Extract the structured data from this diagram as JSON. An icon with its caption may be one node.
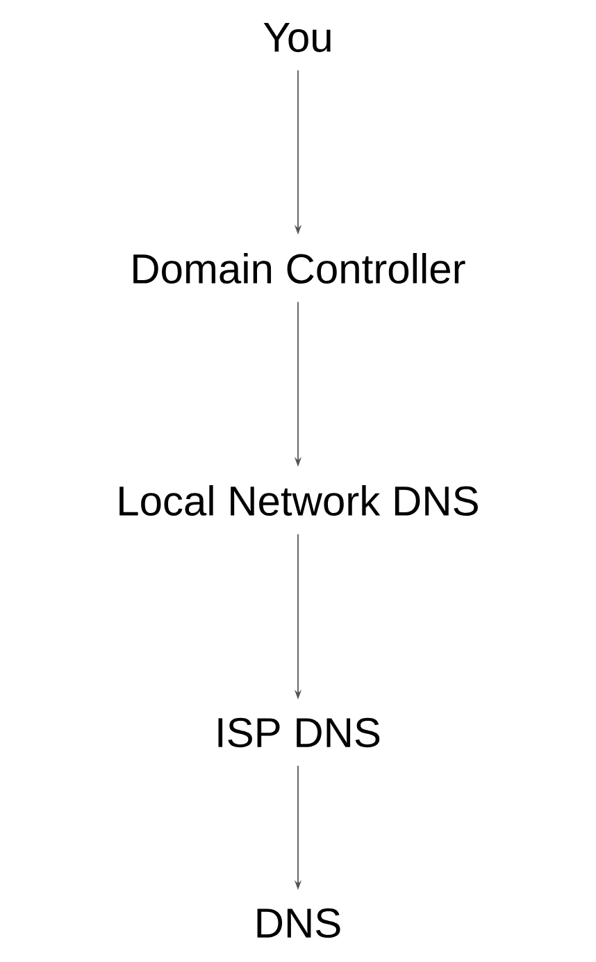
{
  "diagram": {
    "nodes": [
      {
        "text": [
          "You"
        ]
      },
      {
        "text": [
          "Domain Controller"
        ]
      },
      {
        "text": [
          "Local Network DNS"
        ]
      },
      {
        "text": [
          "ISP DNS"
        ]
      },
      {
        "text": [
          "DNS"
        ]
      }
    ],
    "edges": [
      {
        "from": 0,
        "to": 1,
        "arrow": "to"
      },
      {
        "from": 1,
        "to": 2,
        "arrow": "to"
      },
      {
        "from": 2,
        "to": 3,
        "arrow": "to"
      },
      {
        "from": 3,
        "to": 4,
        "arrow": "to"
      }
    ]
  }
}
